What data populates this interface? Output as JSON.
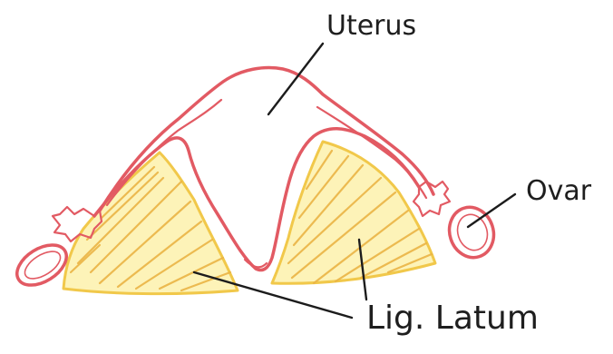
{
  "labels": {
    "uterus": "Uterus",
    "ovary": "Ovar",
    "broad_ligament": "Lig. Latum"
  },
  "colors": {
    "uterus_outline": "#e25a63",
    "ligament_fill": "#fdf3b8",
    "ligament_hatch": "#eab445",
    "ink": "#1c1c1c"
  }
}
